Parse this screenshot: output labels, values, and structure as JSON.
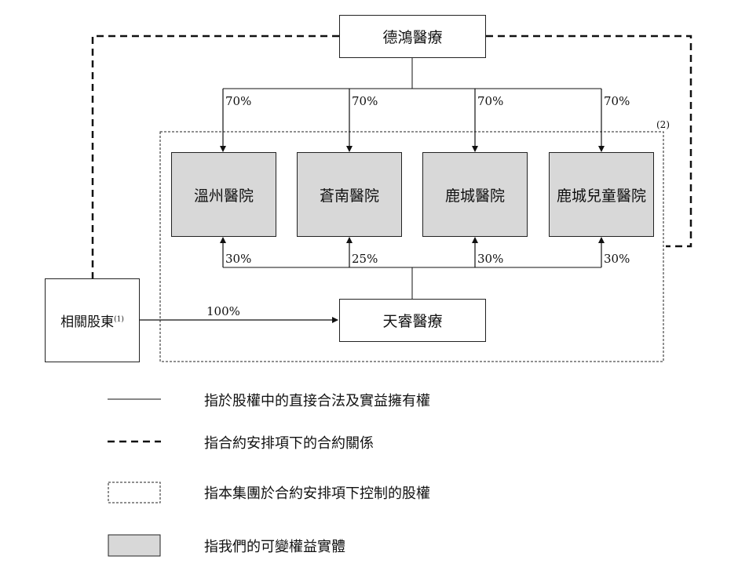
{
  "entities": {
    "dehong": "德鴻醫療",
    "tianrui": "天睿醫療",
    "shareholders": "相關股東",
    "shareholders_note": "(1)",
    "hospitals": [
      "溫州醫院",
      "蒼南醫院",
      "鹿城醫院",
      "鹿城兒童醫院"
    ]
  },
  "top_stakes": [
    "70%",
    "70%",
    "70%",
    "70%"
  ],
  "bottom_stakes": [
    "30%",
    "25%",
    "30%",
    "30%"
  ],
  "shareholder_stake": "100%",
  "group_note": "(2)",
  "legend": {
    "solid": "指於股權中的直接合法及實益擁有權",
    "dashed": "指合約安排項下的合約關係",
    "dotted": "指本集團於合約安排項下控制的股權",
    "grey": "指我們的可變權益實體"
  }
}
